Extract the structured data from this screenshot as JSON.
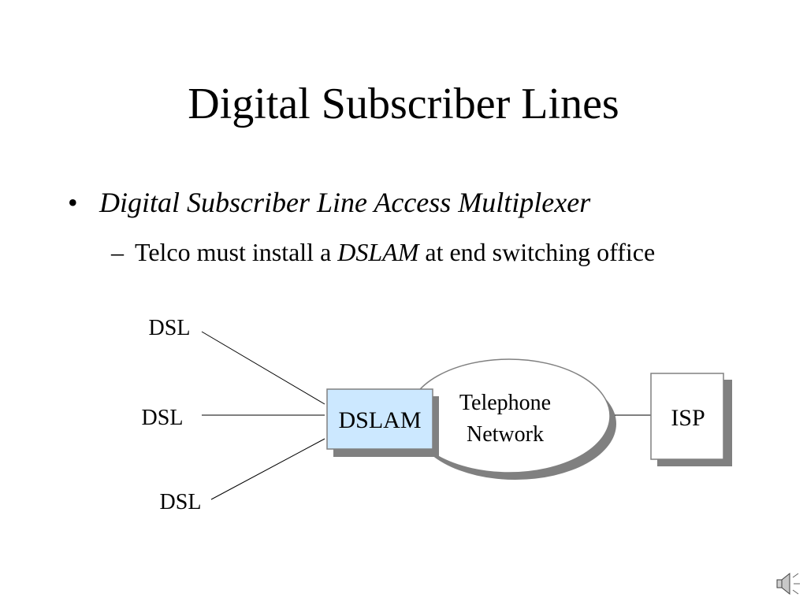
{
  "slide": {
    "title": "Digital Subscriber Lines",
    "bullet": {
      "marker": "•",
      "text": "Digital Subscriber Line Access Multiplexer"
    },
    "sub_bullet": {
      "marker": "–",
      "text_before": "Telco must install a ",
      "emphasis": "DSLAM",
      "text_after": " at end switching office"
    }
  },
  "diagram": {
    "dsl_labels": [
      "DSL",
      "DSL",
      "DSL"
    ],
    "dslam_label": "DSLAM",
    "network_label_line1": "Telephone",
    "network_label_line2": "Network",
    "isp_label": "ISP",
    "colors": {
      "dslam_fill": "#cce8ff",
      "shadow": "#808080",
      "line": "#000000"
    }
  },
  "icons": {
    "corner": "speaker-icon"
  }
}
